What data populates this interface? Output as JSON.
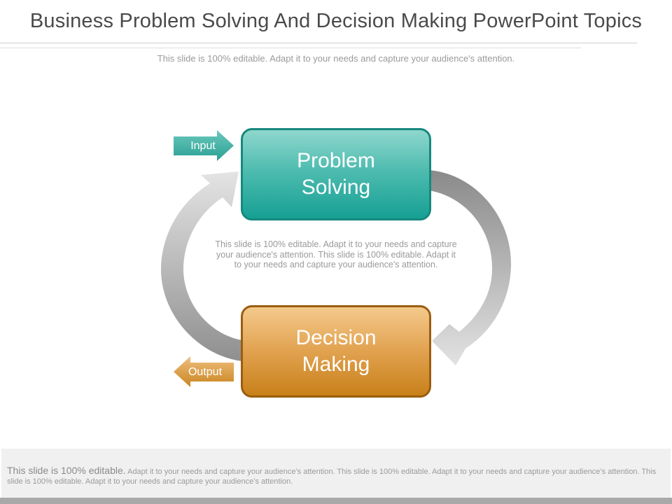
{
  "slide": {
    "title": "Business Problem Solving And Decision Making PowerPoint Topics",
    "subtitle": "This slide is 100% editable. Adapt it to your needs and capture your audience's attention."
  },
  "diagram": {
    "boxes": {
      "problem_solving": {
        "label": "Problem\nSolving",
        "color": "#2aa79b"
      },
      "decision_making": {
        "label": "Decision\nMaking",
        "color": "#d9902f"
      }
    },
    "input_label": "Input",
    "output_label": "Output",
    "center_text": "This slide is 100% editable. Adapt it to your needs and capture your audience's attention. This slide is 100% editable. Adapt it to your needs and capture your audience's attention.",
    "cycle_arrow_color": "#a8a8a8"
  },
  "footer": {
    "lead": "This slide is 100% editable.",
    "text": " Adapt it to your needs and capture your audience’s attention. This slide is 100% editable. Adapt it to your needs and capture your audience’s attention. This slide is 100% editable. Adapt it to your needs and capture your audience’s attention."
  }
}
